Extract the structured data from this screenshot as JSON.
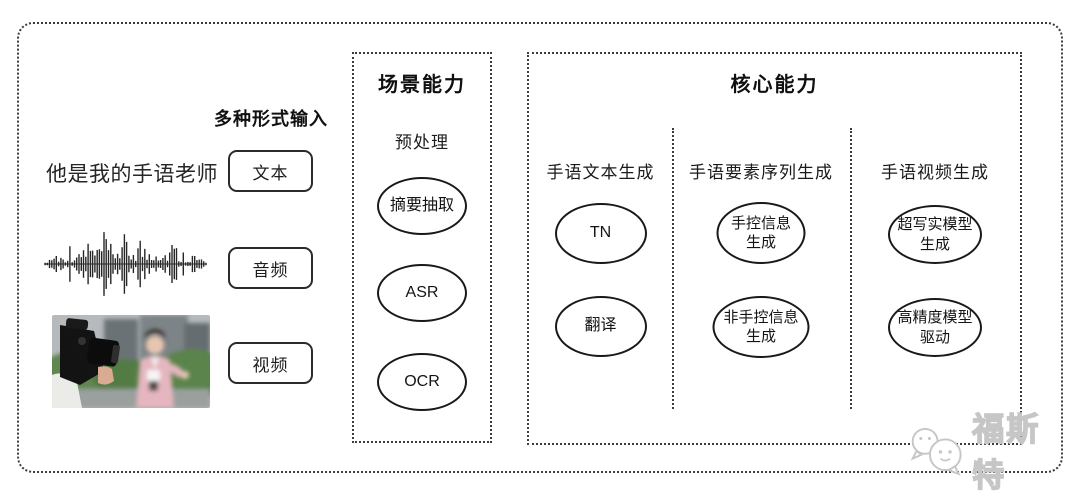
{
  "input_section": {
    "heading": "多种形式输入",
    "sentence": "他是我的手语老师",
    "types": [
      "文本",
      "音频",
      "视频"
    ]
  },
  "scene_box": {
    "title": "场景能力",
    "subtitle": "预处理",
    "nodes": [
      "摘要抽取",
      "ASR",
      "OCR"
    ]
  },
  "core_box": {
    "title": "核心能力",
    "columns": [
      {
        "label": "手语文本生成",
        "nodes": [
          "TN",
          "翻译"
        ]
      },
      {
        "label": "手语要素序列生成",
        "nodes": [
          "手控信息\n生成",
          "非手控信息\n生成"
        ]
      },
      {
        "label": "手语视频生成",
        "nodes": [
          "超写实模型\n生成",
          "高精度模型\n驱动"
        ]
      }
    ]
  },
  "watermark": {
    "text": "福斯特"
  }
}
